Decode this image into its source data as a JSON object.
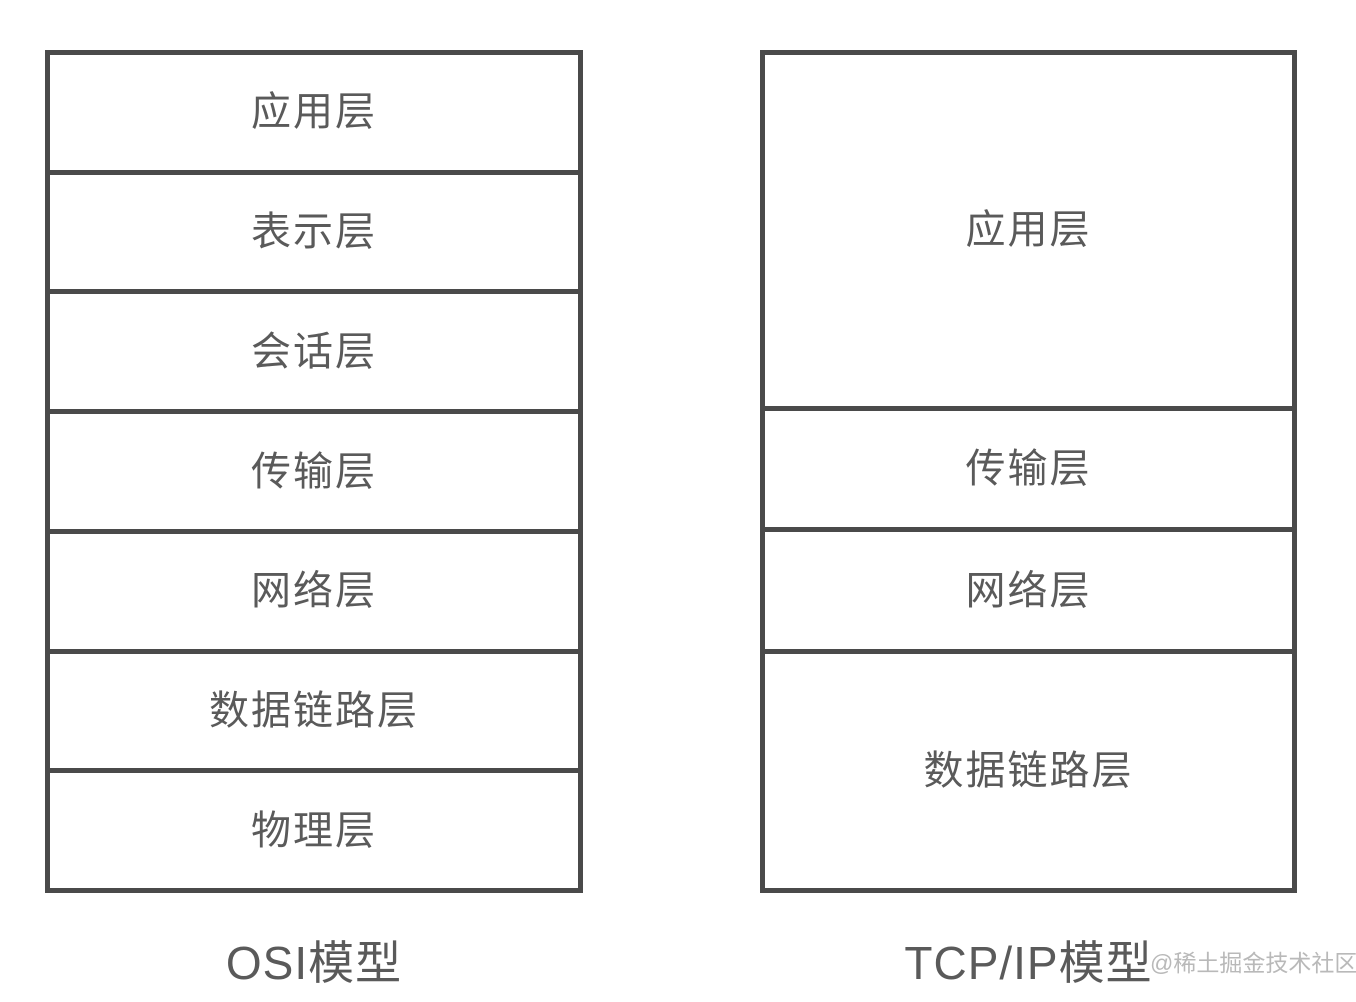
{
  "diagram": {
    "background_color": "#ffffff",
    "border_color": "#4a4a4a",
    "text_color": "#5a5a5a",
    "watermark_color": "#b9b9b9"
  },
  "models": {
    "osi": {
      "caption": "OSI模型",
      "layers": [
        {
          "label": "应用层",
          "span": 1
        },
        {
          "label": "表示层",
          "span": 1
        },
        {
          "label": "会话层",
          "span": 1
        },
        {
          "label": "传输层",
          "span": 1
        },
        {
          "label": "网络层",
          "span": 1
        },
        {
          "label": "数据链路层",
          "span": 1
        },
        {
          "label": "物理层",
          "span": 1
        }
      ]
    },
    "tcpip": {
      "caption": "TCP/IP模型",
      "layers": [
        {
          "label": "应用层",
          "span": 3
        },
        {
          "label": "传输层",
          "span": 1
        },
        {
          "label": "网络层",
          "span": 1
        },
        {
          "label": "数据链路层",
          "span": 2
        }
      ]
    }
  },
  "watermark": {
    "text": "@稀土掘金技术社区"
  }
}
